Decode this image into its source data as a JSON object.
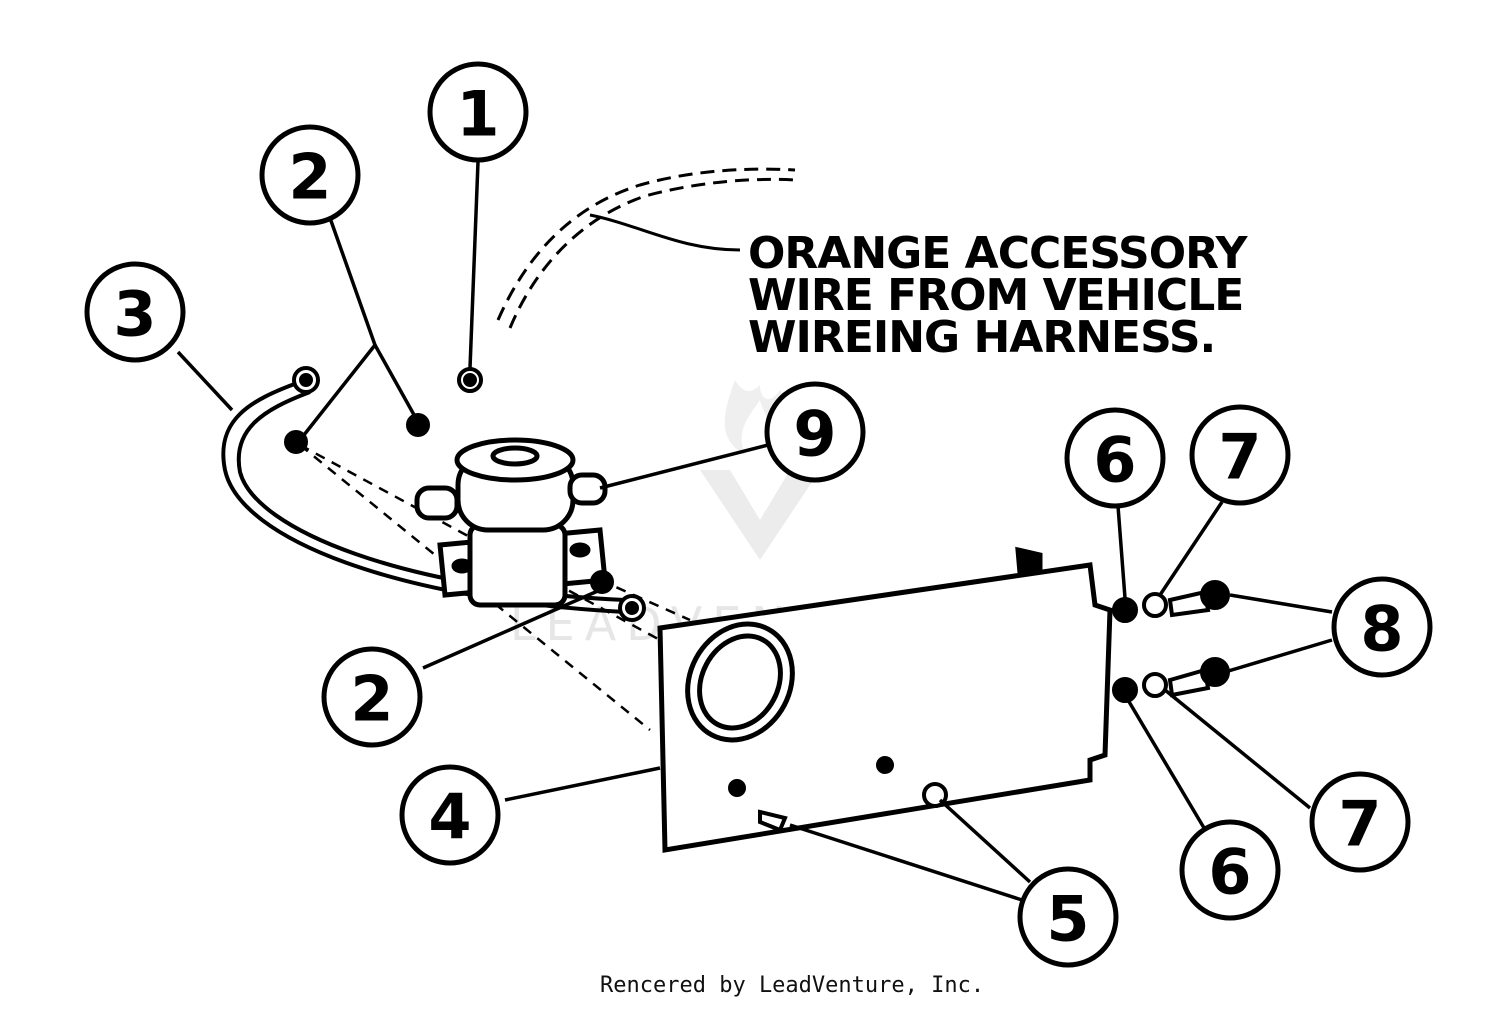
{
  "diagram": {
    "callouts": [
      "1",
      "2",
      "3",
      "9",
      "6",
      "7",
      "8",
      "2",
      "4",
      "5",
      "7",
      "6"
    ],
    "note_lines": [
      "ORANGE ACCESSORY",
      "WIRE FROM VEHICLE",
      "WIREING HARNESS."
    ],
    "footer": "Rencered by LeadVenture, Inc.",
    "watermark": "LEADVENTURE"
  }
}
